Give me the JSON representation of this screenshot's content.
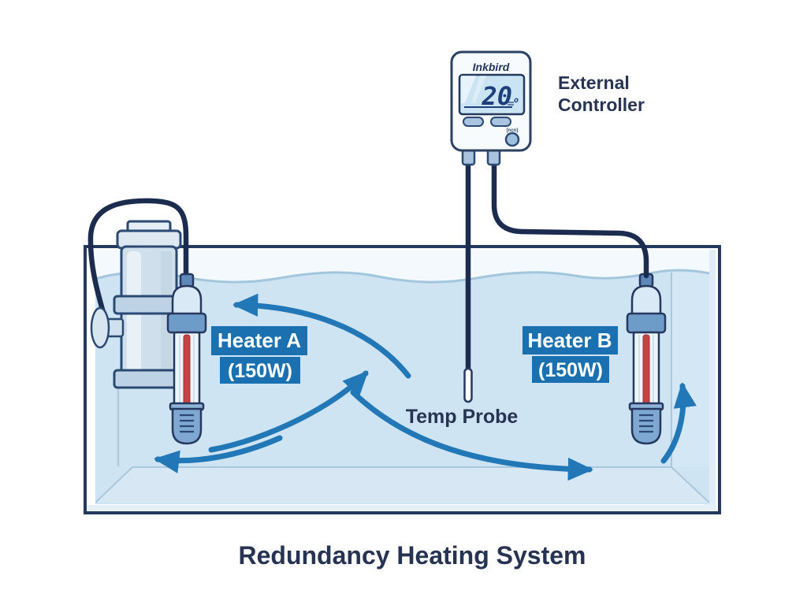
{
  "title": "Redundancy Heating System",
  "controller": {
    "brand": "Inkbird",
    "display_value": "20",
    "display_unit": "o",
    "button_label": "[ncn]",
    "caption_line1": "External",
    "caption_line2": "Controller"
  },
  "tank": {
    "heater_a": {
      "name": "Heater A",
      "wattage": "(150W)"
    },
    "heater_b": {
      "name": "Heater B",
      "wattage": "(150W)"
    },
    "temp_probe_label": "Temp Probe"
  },
  "colors": {
    "water": "#cfe4f2",
    "water_above": "#f4f9fd",
    "floor": "#d7e7f3",
    "arrow_blue": "#2277b6",
    "label_blue": "#1b70af",
    "outline_navy": "#25385e",
    "component_stroke": "#2b4a73",
    "cable_navy": "#1b2c4e",
    "text_dark": "#273352",
    "lcd_blue": "#cbe4f4",
    "lcd_digit": "#1d3f7c",
    "heater_element_red": "#c24444"
  }
}
